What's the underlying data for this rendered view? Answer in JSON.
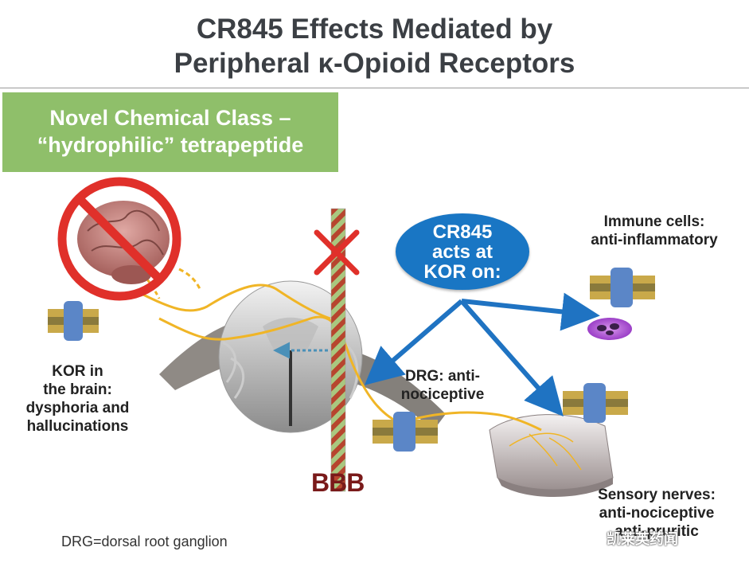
{
  "title": {
    "line1": "CR845 Effects Mediated by",
    "line2": "Peripheral κ-Opioid Receptors"
  },
  "green_box": {
    "line1": "Novel Chemical Class –",
    "line2": "“hydrophilic” tetrapeptide"
  },
  "bubble": {
    "line1": "CR845",
    "line2": "acts at",
    "line3": "KOR on:"
  },
  "brain_label": {
    "line1": "KOR in",
    "line2": "the brain:",
    "line3": "dysphoria and",
    "line4": "hallucinations"
  },
  "immune_label": {
    "line1": "Immune cells:",
    "line2": "anti-inflammatory"
  },
  "drg_label": {
    "line1": "DRG: anti-",
    "line2": "nociceptive"
  },
  "sensory_label": {
    "line1": "Sensory nerves:",
    "line2": "anti-nociceptive",
    "line3": "anti-pruritic"
  },
  "bbb_label": "BBB",
  "footnote": "DRG=dorsal root ganglion",
  "watermark": "凯莱英药闻",
  "colors": {
    "title": "#3b3f44",
    "green_box": "#8fbf6a",
    "bubble": "#1976c4",
    "arrow": "#1f73c2",
    "nerve": "#f0b526",
    "prohibit": "#e0302a",
    "bbb_stripe_red": "#b7452e",
    "bbb_stripe_green": "#a9c77f",
    "immune_cell": "#b24fd6"
  }
}
